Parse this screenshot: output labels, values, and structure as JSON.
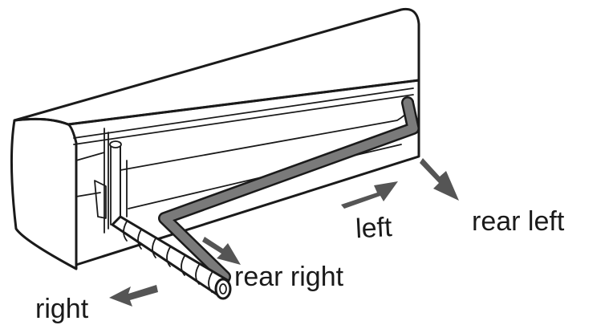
{
  "labels": {
    "right": "right",
    "rear_right": "rear right",
    "left": "left",
    "rear_left": "rear left"
  },
  "colors": {
    "outline": "#1a1a1a",
    "pipe": "#777777",
    "arrow": "#555555",
    "background": "#ffffff"
  }
}
